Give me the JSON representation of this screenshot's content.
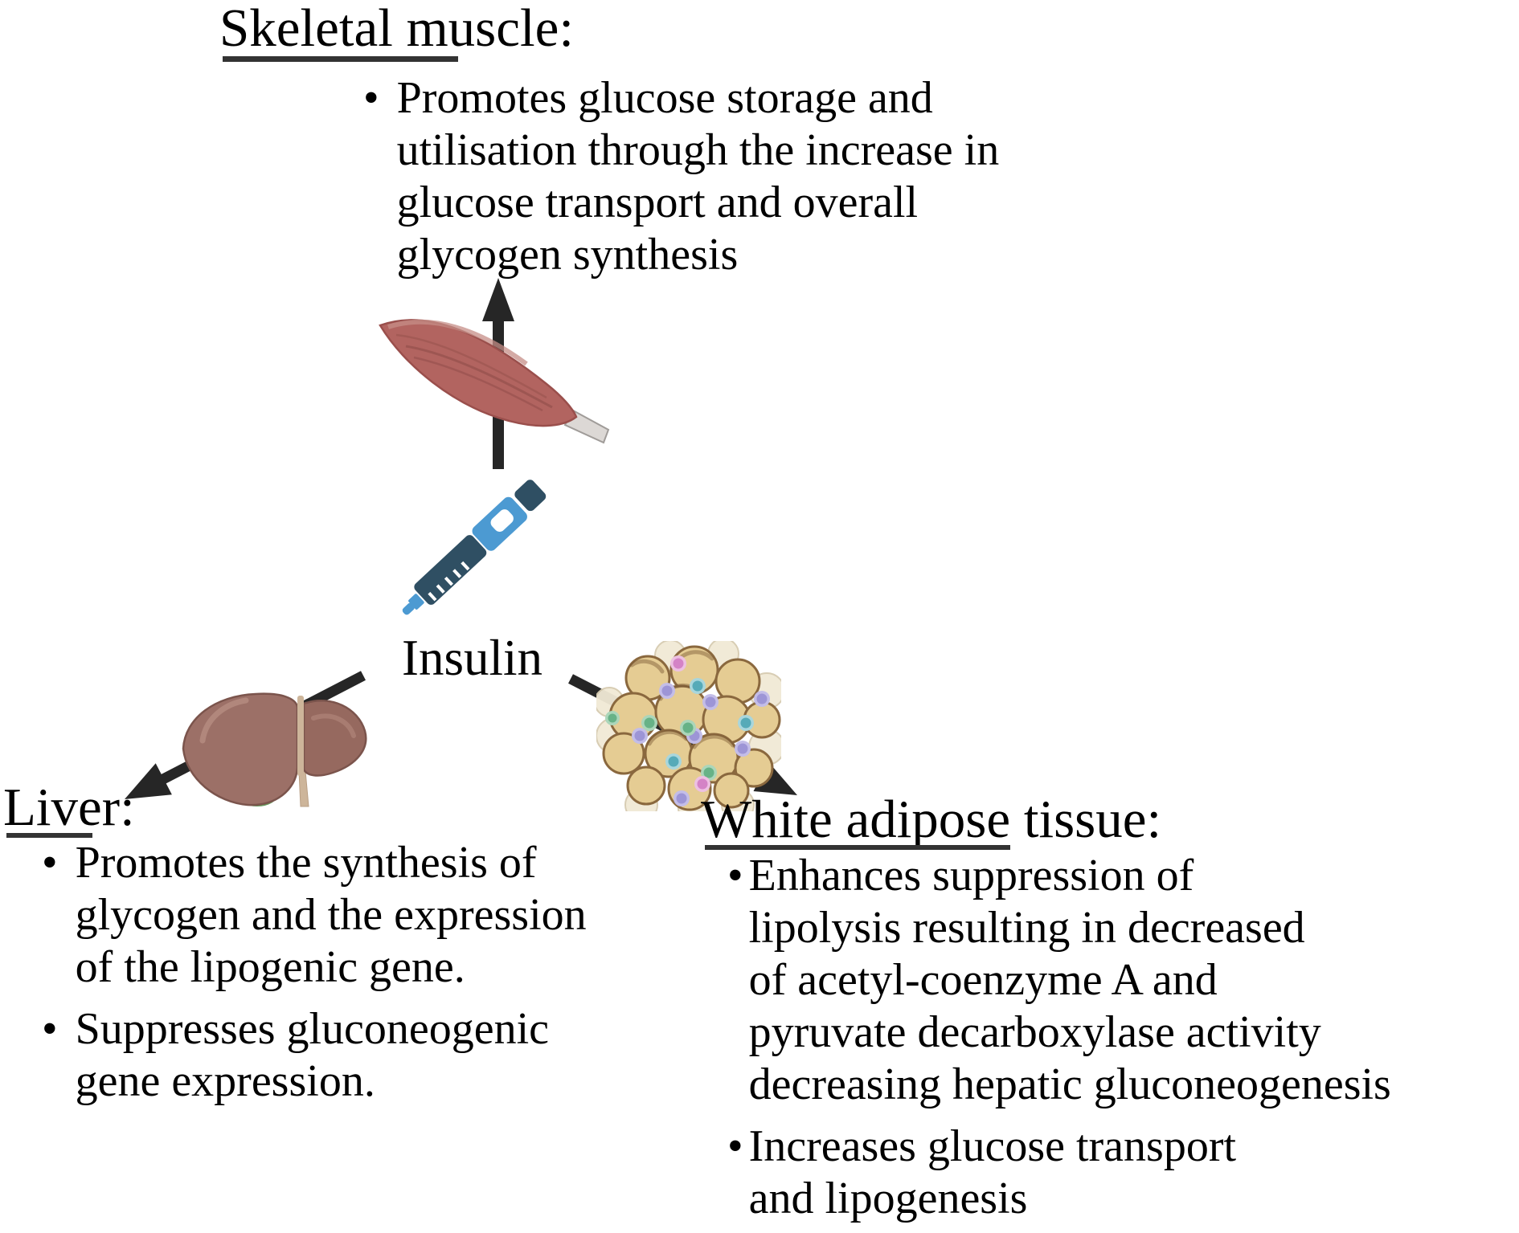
{
  "bullet_char": "•",
  "center": {
    "label": "Insulin"
  },
  "sections": {
    "skeletal": {
      "heading": "Skeletal muscle:",
      "bullets": [
        {
          "lines": [
            "Promotes glucose storage and",
            "utilisation through the increase in",
            "glucose transport and overall",
            "glycogen synthesis"
          ]
        }
      ]
    },
    "liver": {
      "heading": "Liver:",
      "bullets": [
        {
          "lines": [
            "Promotes the synthesis of",
            "glycogen and the expression",
            "of the lipogenic gene."
          ]
        },
        {
          "lines": [
            "Suppresses gluconeogenic",
            "gene expression."
          ]
        }
      ]
    },
    "adipose": {
      "heading": "White adipose tissue:",
      "bullets": [
        {
          "lines": [
            "Enhances suppression of",
            "lipolysis resulting in decreased",
            "of acetyl-coenzyme A and",
            "pyruvate decarboxylase activity",
            "decreasing hepatic gluconeogenesis"
          ]
        },
        {
          "lines": [
            "Increases glucose transport",
            "and lipogenesis"
          ]
        }
      ]
    }
  },
  "icons": {
    "muscle": "skeletal-muscle-illustration",
    "pen": "insulin-pen-illustration",
    "liver": "liver-illustration",
    "adipose": "white-adipose-tissue-illustration",
    "arrow_up": "up-arrow",
    "arrow_liver": "down-left-arrow",
    "arrow_adipose": "down-right-arrow"
  },
  "colors": {
    "arrow": "#262626",
    "text": "#000000",
    "underline": "#333333",
    "muscle": "#b26460",
    "tendon": "#dcd8d5",
    "pen-light": "#4c9ad2",
    "pen-dark": "#2f4f63",
    "liver": "#9c7067",
    "ligament": "#cdb59a",
    "gallbladder": "#85bb7c",
    "fat": "#e5cc93",
    "fat-edge": "#8a683e"
  }
}
